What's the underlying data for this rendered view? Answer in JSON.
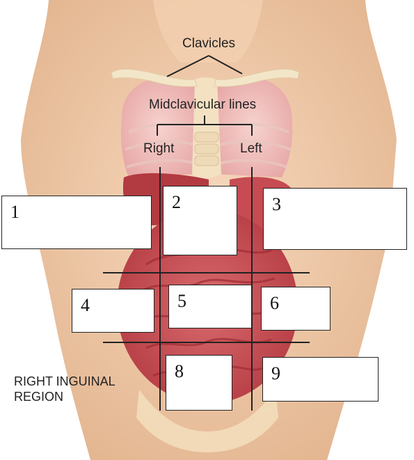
{
  "labels": {
    "clavicles": "Clavicles",
    "midclavicular": "Midclavicular lines",
    "right": "Right",
    "left": "Left",
    "inguinal_line1": "RIGHT INGUINAL",
    "inguinal_line2": "REGION"
  },
  "boxes": [
    "1",
    "2",
    "3",
    "4",
    "5",
    "6",
    "8",
    "9"
  ],
  "colors": {
    "skin": "#f1c9a6",
    "lung": "#efb9b8",
    "organ": "#c94a4f",
    "bone": "#f1dfbd",
    "line": "#222222"
  }
}
